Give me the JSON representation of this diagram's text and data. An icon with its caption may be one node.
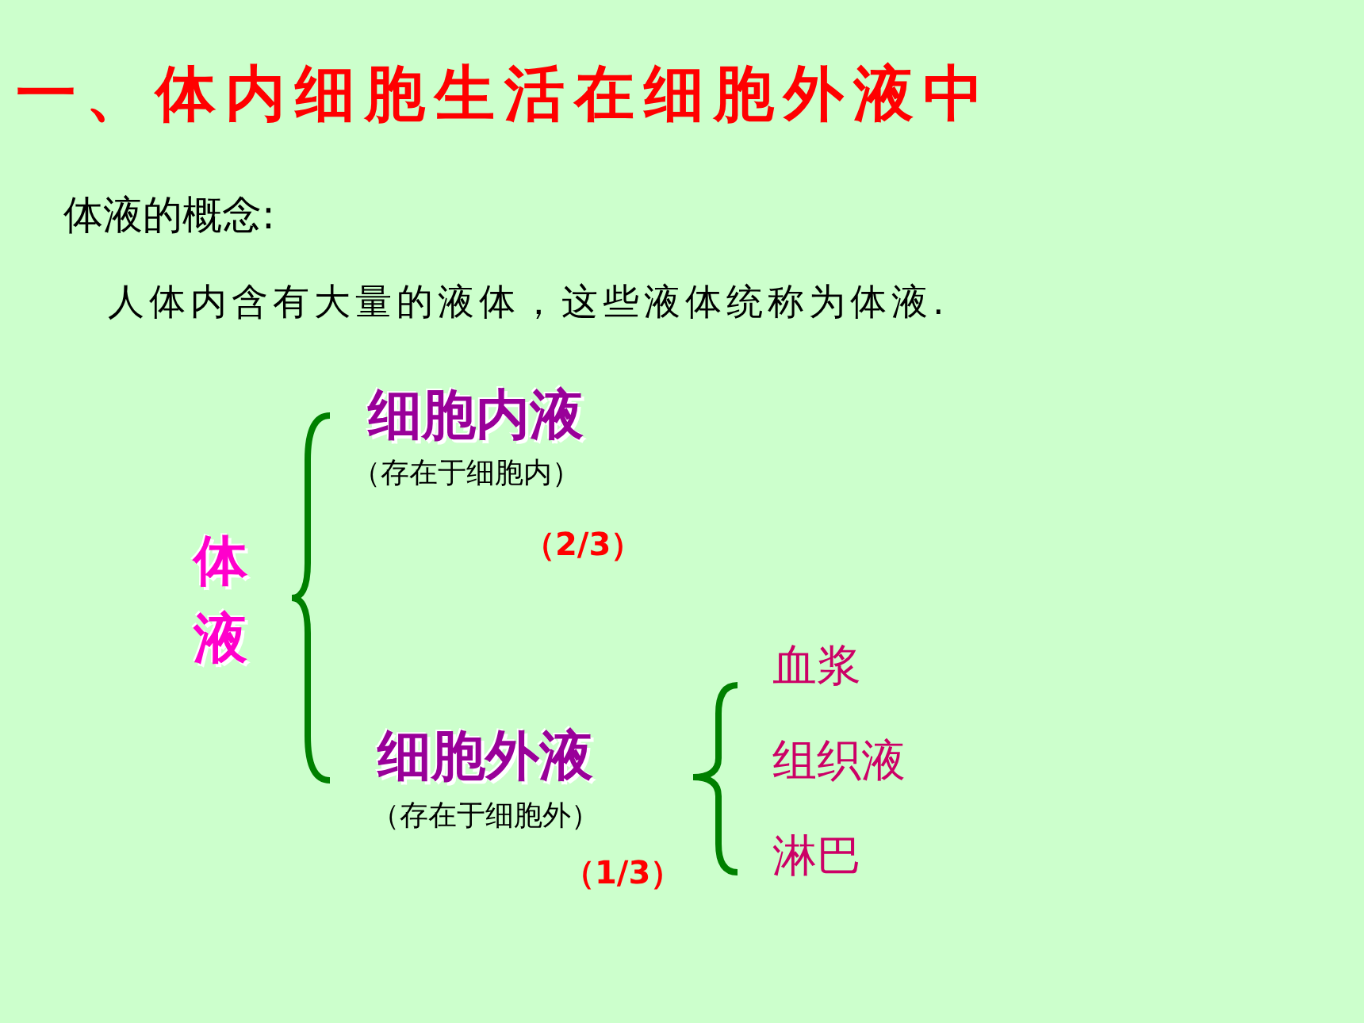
{
  "diagram": {
    "title": "一、体内细胞生活在细胞外液中",
    "labels": [
      "体液的概念:",
      "人体内含有大量的液体，这些液体统称为体液.",
      "细胞内液",
      "（存在于细胞内）",
      "（2/3）",
      "体液",
      "细胞外液",
      "（存在于细胞外）",
      "（1/3）",
      "血浆",
      "组织液",
      "淋巴"
    ]
  }
}
